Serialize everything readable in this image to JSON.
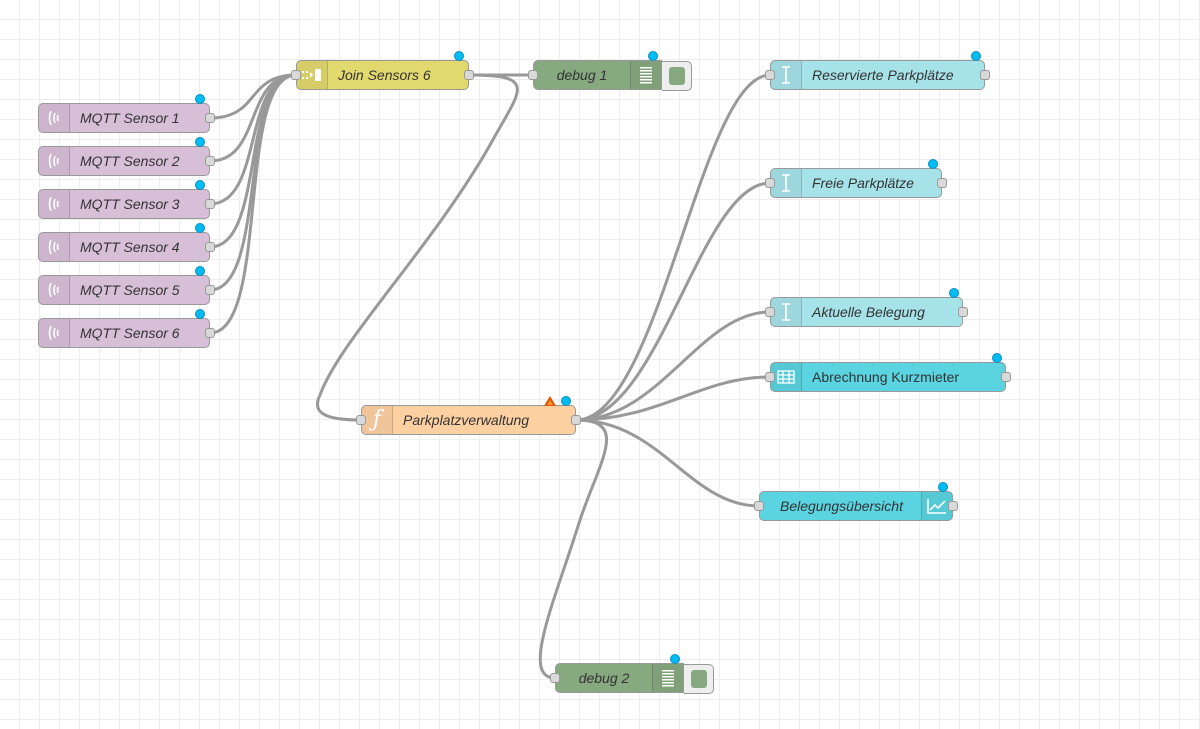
{
  "colors": {
    "mqtt": "#d8bfd8",
    "join": "#e2d96e",
    "debug": "#87a980",
    "function": "#fdd0a2",
    "text_ui": "#a6e3e9",
    "table_ui": "#5ad4e0",
    "chart_ui": "#5ad4e0",
    "wire": "#999999",
    "status": "#00bcf2"
  },
  "nodes": {
    "mqtt1": {
      "label": "MQTT Sensor 1",
      "icon": "broadcast-icon"
    },
    "mqtt2": {
      "label": "MQTT Sensor 2",
      "icon": "broadcast-icon"
    },
    "mqtt3": {
      "label": "MQTT Sensor 3",
      "icon": "broadcast-icon"
    },
    "mqtt4": {
      "label": "MQTT Sensor 4",
      "icon": "broadcast-icon"
    },
    "mqtt5": {
      "label": "MQTT Sensor 5",
      "icon": "broadcast-icon"
    },
    "mqtt6": {
      "label": "MQTT Sensor 6",
      "icon": "broadcast-icon"
    },
    "join": {
      "label": "Join Sensors 6",
      "icon": "join-icon"
    },
    "debug1": {
      "label": "debug 1",
      "icon": "list-icon"
    },
    "func": {
      "label": "Parkplatzverwaltung",
      "icon": "function-icon"
    },
    "text1": {
      "label": "Reservierte Parkplätze",
      "icon": "text-cursor-icon"
    },
    "text2": {
      "label": "Freie Parkplätze",
      "icon": "text-cursor-icon"
    },
    "text3": {
      "label": "Aktuelle Belegung",
      "icon": "text-cursor-icon"
    },
    "table": {
      "label": "Abrechnung Kurzmieter",
      "icon": "table-icon"
    },
    "chart": {
      "label": "Belegungsübersicht",
      "icon": "chart-icon"
    },
    "debug2": {
      "label": "debug 2",
      "icon": "list-icon"
    }
  }
}
